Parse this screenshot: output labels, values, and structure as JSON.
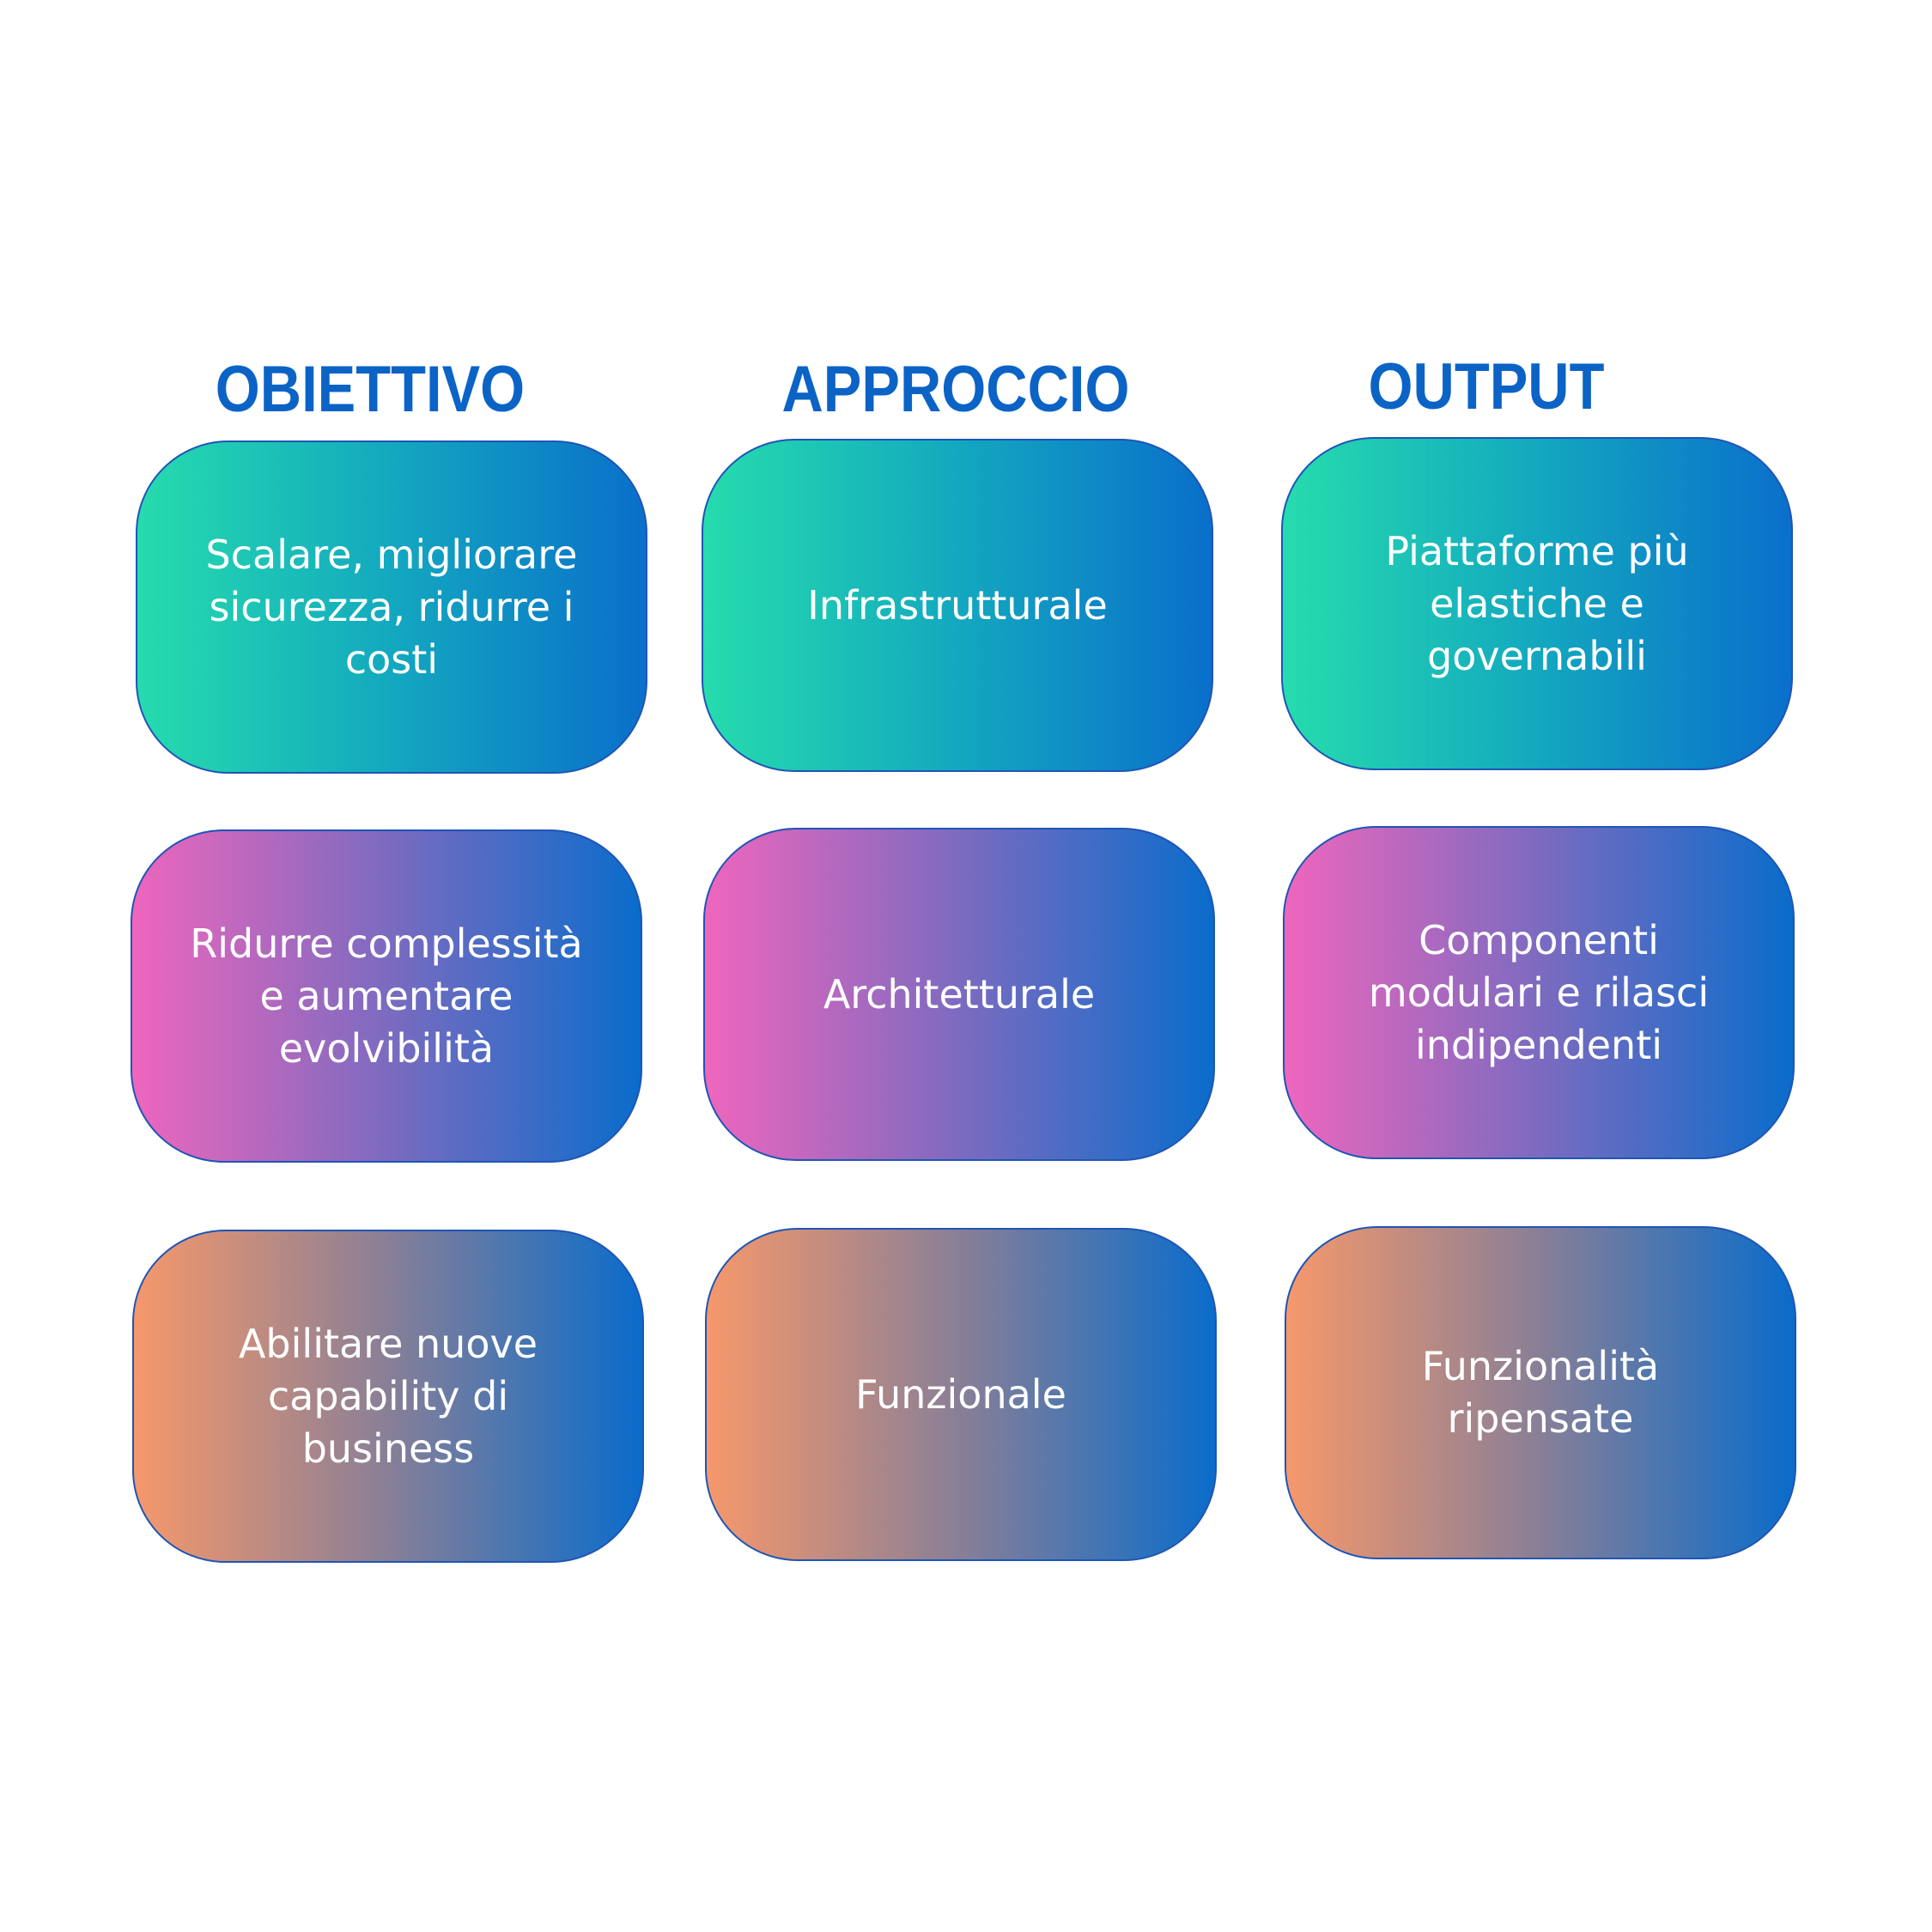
{
  "columns": [
    {
      "header": "OBIETTIVO"
    },
    {
      "header": "APPROCCIO"
    },
    {
      "header": "OUTPUT"
    }
  ],
  "rows": [
    {
      "theme": "green",
      "cells": [
        "Scalare, migliorare\nsicurezza, ridurre i\ncosti",
        "Infrastrutturale",
        "Piattaforme più\nelastiche e\ngovernabili"
      ]
    },
    {
      "theme": "pink",
      "cells": [
        "Ridurre complessità\ne aumentare\nevolvibilità",
        "Architetturale",
        "Componenti\nmodulari e rilasci\nindipendenti"
      ]
    },
    {
      "theme": "orange",
      "cells": [
        "Abilitare nuove\ncapability di\nbusiness",
        "Funzionale",
        "Funzionalità\nripensate"
      ]
    }
  ],
  "colors": {
    "header_text": "#0b63c6",
    "card_border": "#1f55b5",
    "card_text": "#ffffff",
    "gradient_end": "#0a6ccb",
    "green_start": "#26dcad",
    "pink_start": "#ef66bd",
    "orange_start": "#f6986b"
  }
}
